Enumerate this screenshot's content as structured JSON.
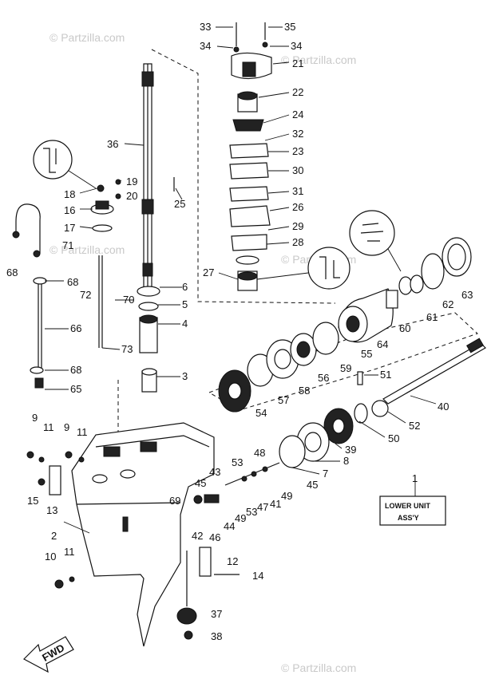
{
  "title_box": {
    "line1": "LOWER UNIT",
    "line2": "ASS'Y",
    "ref": "1"
  },
  "fwd_label": "FWD",
  "watermarks": [
    "© Partzilla.com",
    "© Partzilla.com",
    "© Partzilla.com",
    "© Partzilla.com",
    "© Partzilla.com"
  ],
  "callouts": {
    "c33": "33",
    "c35": "35",
    "c34a": "34",
    "c34b": "34",
    "c21": "21",
    "c22": "22",
    "c24": "24",
    "c32": "32",
    "c23": "23",
    "c30": "30",
    "c31": "31",
    "c26": "26",
    "c29": "29",
    "c28": "28",
    "c27": "27",
    "c36": "36",
    "c19": "19",
    "c18": "18",
    "c20": "20",
    "c25": "25",
    "c16": "16",
    "c17": "17",
    "c71": "71",
    "c68a": "68",
    "c68b": "68",
    "c68c": "68",
    "c72": "72",
    "c70": "70",
    "c6": "6",
    "c5": "5",
    "c4": "4",
    "c66": "66",
    "c73": "73",
    "c3": "3",
    "c65": "65",
    "c63": "63",
    "c62": "62",
    "c61": "61",
    "c60": "60",
    "c64": "64",
    "c55": "55",
    "c59": "59",
    "c56": "56",
    "c58": "58",
    "c57": "57",
    "c54": "54",
    "c51": "51",
    "c40": "40",
    "c52": "52",
    "c50": "50",
    "c39": "39",
    "c8": "8",
    "c7": "7",
    "c9a": "9",
    "c11a": "11",
    "c9b": "9",
    "c11b": "11",
    "c15": "15",
    "c13": "13",
    "c2": "2",
    "c10": "10",
    "c11c": "11",
    "c53a": "53",
    "c48": "48",
    "c43": "43",
    "c45a": "45",
    "c49a": "49",
    "c41": "41",
    "c47": "47",
    "c53b": "53",
    "c49b": "49",
    "c45b": "45",
    "c69": "69",
    "c46": "46",
    "c44": "44",
    "c42": "42",
    "c12": "12",
    "c14": "14",
    "c37": "37",
    "c38": "38"
  }
}
